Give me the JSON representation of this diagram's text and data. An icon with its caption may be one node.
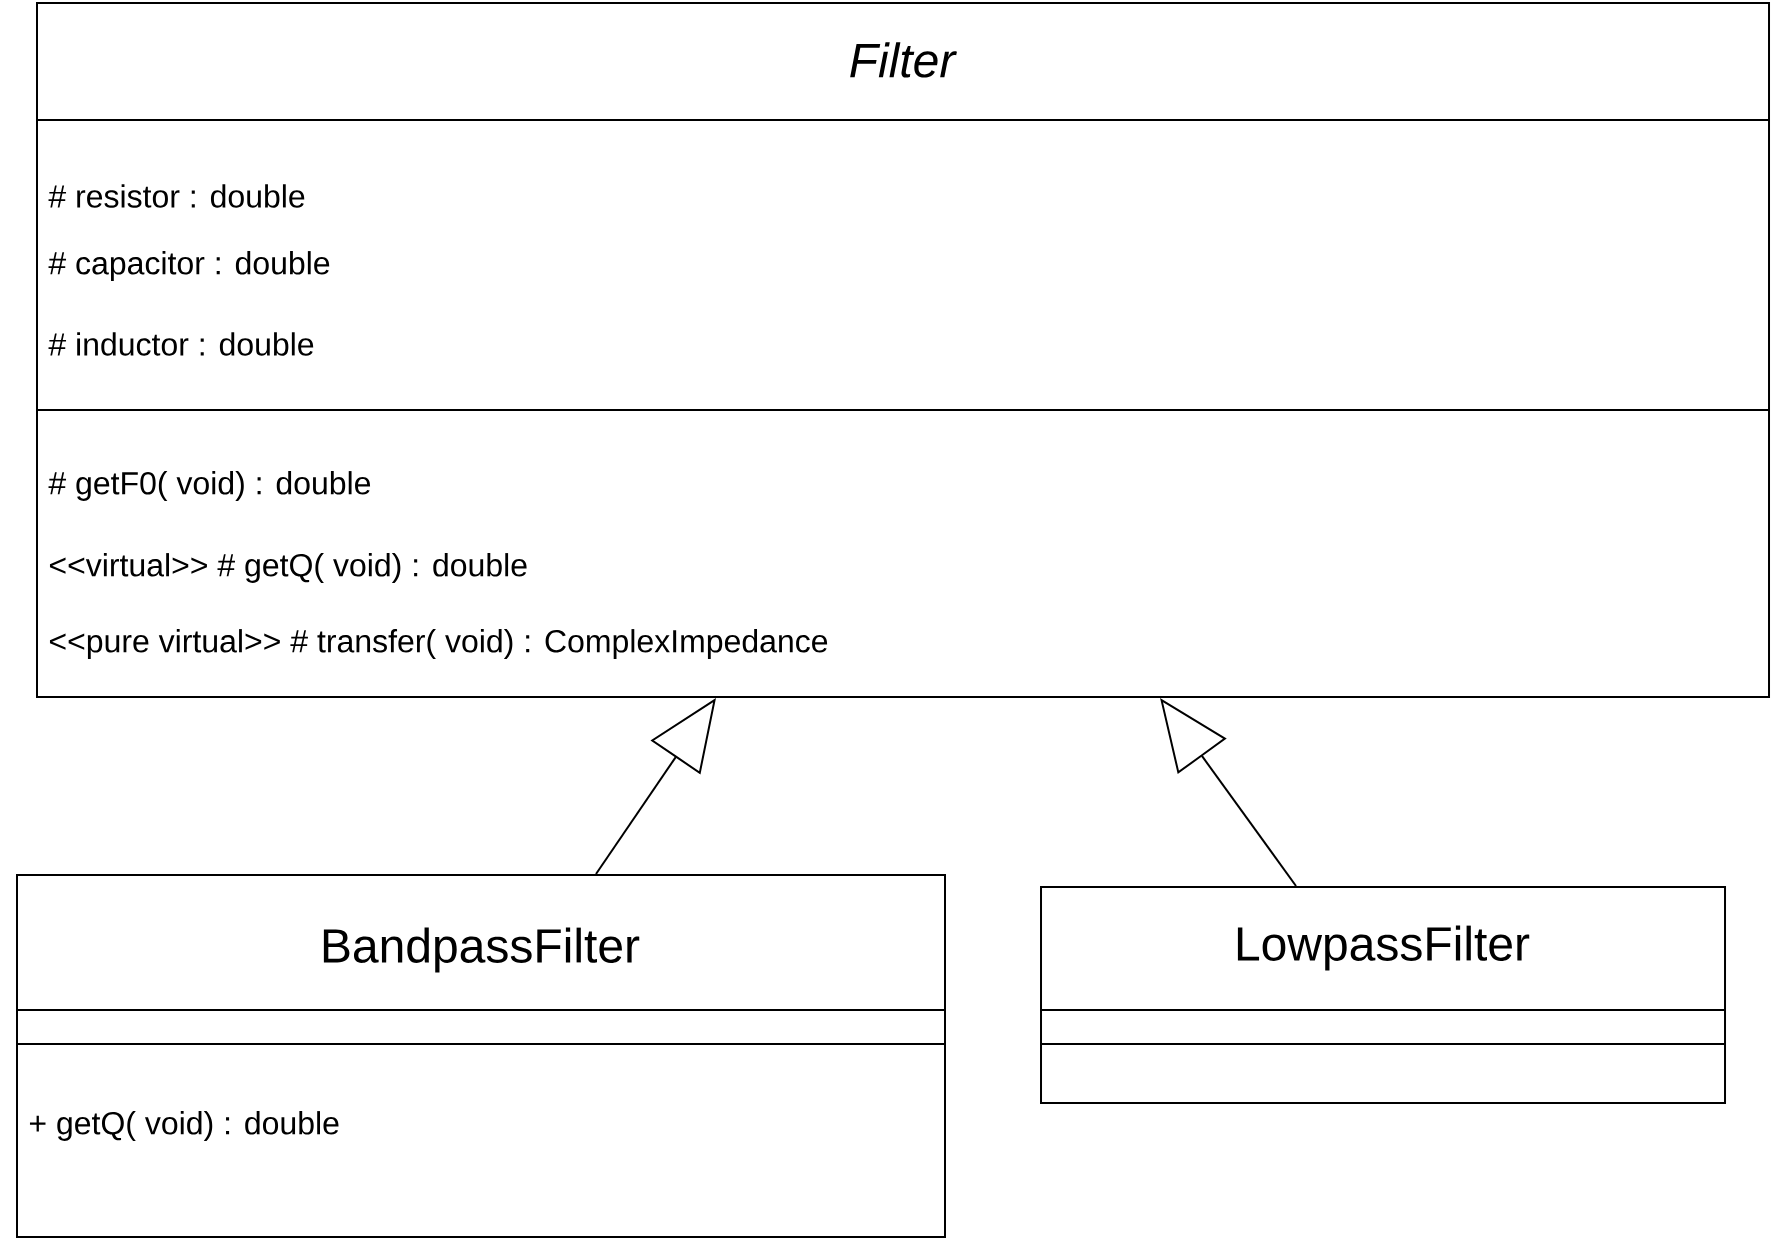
{
  "diagram": {
    "nodes": [
      {
        "text": [
          "Filter",
          "# resistor : double",
          "# capacitor : double",
          "# inductor : double",
          "# getF0( void) : double",
          "<<virtual>> # getQ( void) : double",
          "<<pure virtual>> # transfer( void) : ComplexImpedance"
        ]
      },
      {
        "text": [
          "BandpassFilter",
          "+ getQ( void) : double"
        ]
      },
      {
        "text": [
          "LowpassFilter"
        ]
      }
    ],
    "edges": [
      {
        "from": 1,
        "to": 0,
        "arrow": "to"
      },
      {
        "from": 2,
        "to": 0,
        "arrow": "to"
      }
    ]
  }
}
